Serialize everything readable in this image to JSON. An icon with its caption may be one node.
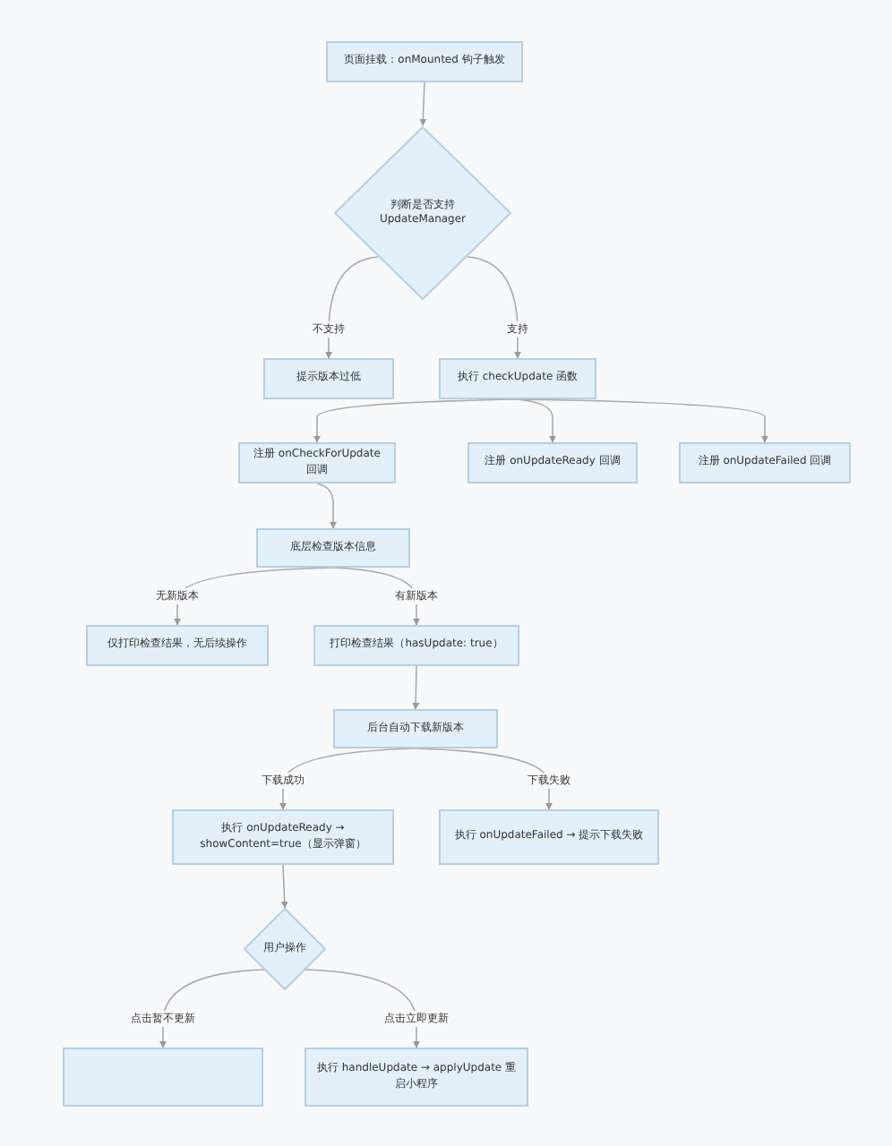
{
  "diagram": {
    "nodes": [
      {
        "text": [
          "页面挂载：onMounted 钩子触发"
        ]
      },
      {
        "text": [
          "判断是否支持 UpdateManager"
        ]
      },
      {
        "text": [
          "提示版本过低"
        ]
      },
      {
        "text": [
          "执行 checkUpdate 函数"
        ]
      },
      {
        "text": [
          "注册 onCheckForUpdate 回调"
        ]
      },
      {
        "text": [
          "注册 onUpdateReady 回调"
        ]
      },
      {
        "text": [
          "注册 onUpdateFailed 回调"
        ]
      },
      {
        "text": [
          "底层检查版本信息"
        ]
      },
      {
        "text": [
          "仅打印检查结果，无后续操作"
        ]
      },
      {
        "text": [
          "打印检查结果（hasUpdate: true）"
        ]
      },
      {
        "text": [
          "后台自动下载新版本"
        ]
      },
      {
        "text": [
          "执行 onUpdateReady → showContent=true（显示弹窗）"
        ]
      },
      {
        "text": [
          "执行 onUpdateFailed → 提示下载失败"
        ]
      },
      {
        "text": [
          "用户操作"
        ]
      },
      {
        "text": [],
        "shape": "box"
      },
      {
        "text": [
          "执行 handleUpdate → applyUpdate 重启小程序"
        ]
      }
    ],
    "edges": [
      {
        "from": 0,
        "to": 1,
        "arrow": "to"
      },
      {
        "from": 1,
        "to": 2,
        "arrow": "to",
        "label": "不支持"
      },
      {
        "from": 1,
        "to": 3,
        "arrow": "to",
        "label": "支持"
      },
      {
        "from": 3,
        "to": 4,
        "arrow": "to"
      },
      {
        "from": 3,
        "to": 5,
        "arrow": "to"
      },
      {
        "from": 3,
        "to": 6,
        "arrow": "to"
      },
      {
        "from": 4,
        "to": 7,
        "arrow": "to"
      },
      {
        "from": 7,
        "to": 8,
        "arrow": "to",
        "label": "无新版本"
      },
      {
        "from": 7,
        "to": 9,
        "arrow": "to",
        "label": "有新版本"
      },
      {
        "from": 9,
        "to": 10,
        "arrow": "to"
      },
      {
        "from": 10,
        "to": 11,
        "arrow": "to",
        "label": "下载成功"
      },
      {
        "from": 10,
        "to": 12,
        "arrow": "to",
        "label": "下载失败"
      },
      {
        "from": 11,
        "to": 13,
        "arrow": "to"
      },
      {
        "from": 13,
        "to": 14,
        "arrow": "to",
        "label": "点击暂不更新"
      },
      {
        "from": 13,
        "to": 15,
        "arrow": "to",
        "label": "点击立即更新"
      }
    ]
  }
}
